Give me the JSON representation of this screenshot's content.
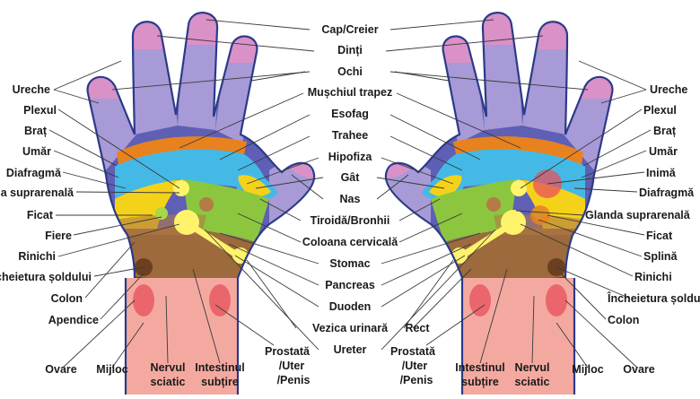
{
  "labels": {
    "center": {
      "cap_creier": "Cap/Creier",
      "dinti": "Dinți",
      "ochi": "Ochi",
      "muschiul_trapez": "Mușchiul trapez",
      "esofag": "Esofag",
      "trahee": "Trahee",
      "hipofiza": "Hipofiza",
      "gat": "Gât",
      "nas": "Nas",
      "tiroida": "Tiroidă/Bronhii",
      "coloana": "Coloana cervicală",
      "stomac": "Stomac",
      "pancreas": "Pancreas",
      "duoden": "Duoden",
      "vezica": "Vezica urinară",
      "ureter": "Ureter",
      "rect": "Rect"
    },
    "left": {
      "ureche": "Ureche",
      "plexul": "Plexul",
      "brat": "Braț",
      "umar": "Umăr",
      "diafragma": "Diafragmă",
      "glanda": "Glanda suprarenală",
      "ficat": "Ficat",
      "fiere": "Fiere",
      "rinichi": "Rinichi",
      "incheietura": "Încheietura șoldului",
      "colon": "Colon",
      "apendice": "Apendice"
    },
    "right": {
      "ureche": "Ureche",
      "plexul": "Plexul",
      "brat": "Braț",
      "umar": "Umăr",
      "inima": "Inimă",
      "diafragma": "Diafragmă",
      "glanda": "Glanda suprarenală",
      "ficat": "Ficat",
      "splina": "Splină",
      "rinichi": "Rinichi",
      "incheietura": "Încheietura șoldului",
      "colon": "Colon"
    },
    "bottom_left": {
      "ovare": "Ovare",
      "mijloc": "Mijloc",
      "nervul": "Nervul",
      "sciatic": "sciatic",
      "intestinul": "Intestinul",
      "subtire": "subțire",
      "prostata": "Prostată",
      "uter": "/Uter",
      "penis": "/Penis"
    },
    "bottom_right": {
      "prostata": "Prostată",
      "uter": "/Uter",
      "penis": "/Penis",
      "intestinul": "Intestinul",
      "subtire": "subțire",
      "nervul": "Nervul",
      "sciatic": "sciatic",
      "mijloc": "Mijloc",
      "ovare": "Ovare"
    }
  },
  "colors": {
    "outline": "#2b3a8a",
    "finger_base": "#a79ad6",
    "finger_tip": "#d991c7",
    "outer_band": "#5e5fb5",
    "orange_band": "#e8821e",
    "blue_zone": "#45b9e6",
    "green_zone": "#8cc63f",
    "yellow_zone": "#f5d21a",
    "brown_zone": "#9c6a3c",
    "dark_brown": "#7a4b25",
    "wrist_pink": "#f4a9a0",
    "light_yellow": "#fff36b",
    "red_spot": "#e8505b"
  }
}
